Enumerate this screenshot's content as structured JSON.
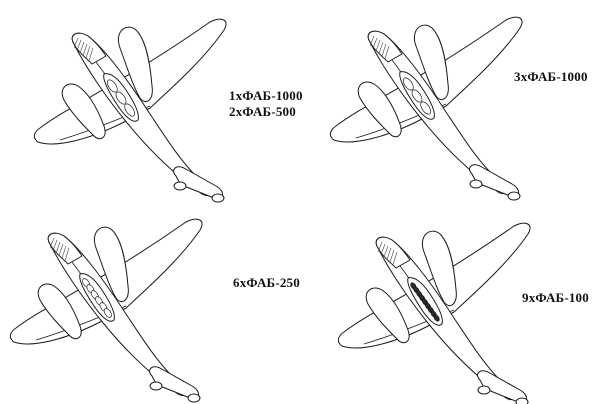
{
  "colors": {
    "ink": "#1a1a1a",
    "paper": "#ffffff",
    "hatch": "#444444"
  },
  "variants": [
    {
      "id": "tl",
      "label_lines": [
        "1хФАБ-1000",
        "2хФАБ-500"
      ],
      "load_icon": "bomb-load-1x1000-2x500-icon"
    },
    {
      "id": "tr",
      "label_lines": [
        "3хФАБ-1000"
      ],
      "load_icon": "bomb-load-3x1000-icon"
    },
    {
      "id": "bl",
      "label_lines": [
        "6хФАБ-250"
      ],
      "load_icon": "bomb-load-6x250-icon"
    },
    {
      "id": "br",
      "label_lines": [
        "9хФАБ-100"
      ],
      "load_icon": "bomb-load-9x100-icon"
    }
  ]
}
